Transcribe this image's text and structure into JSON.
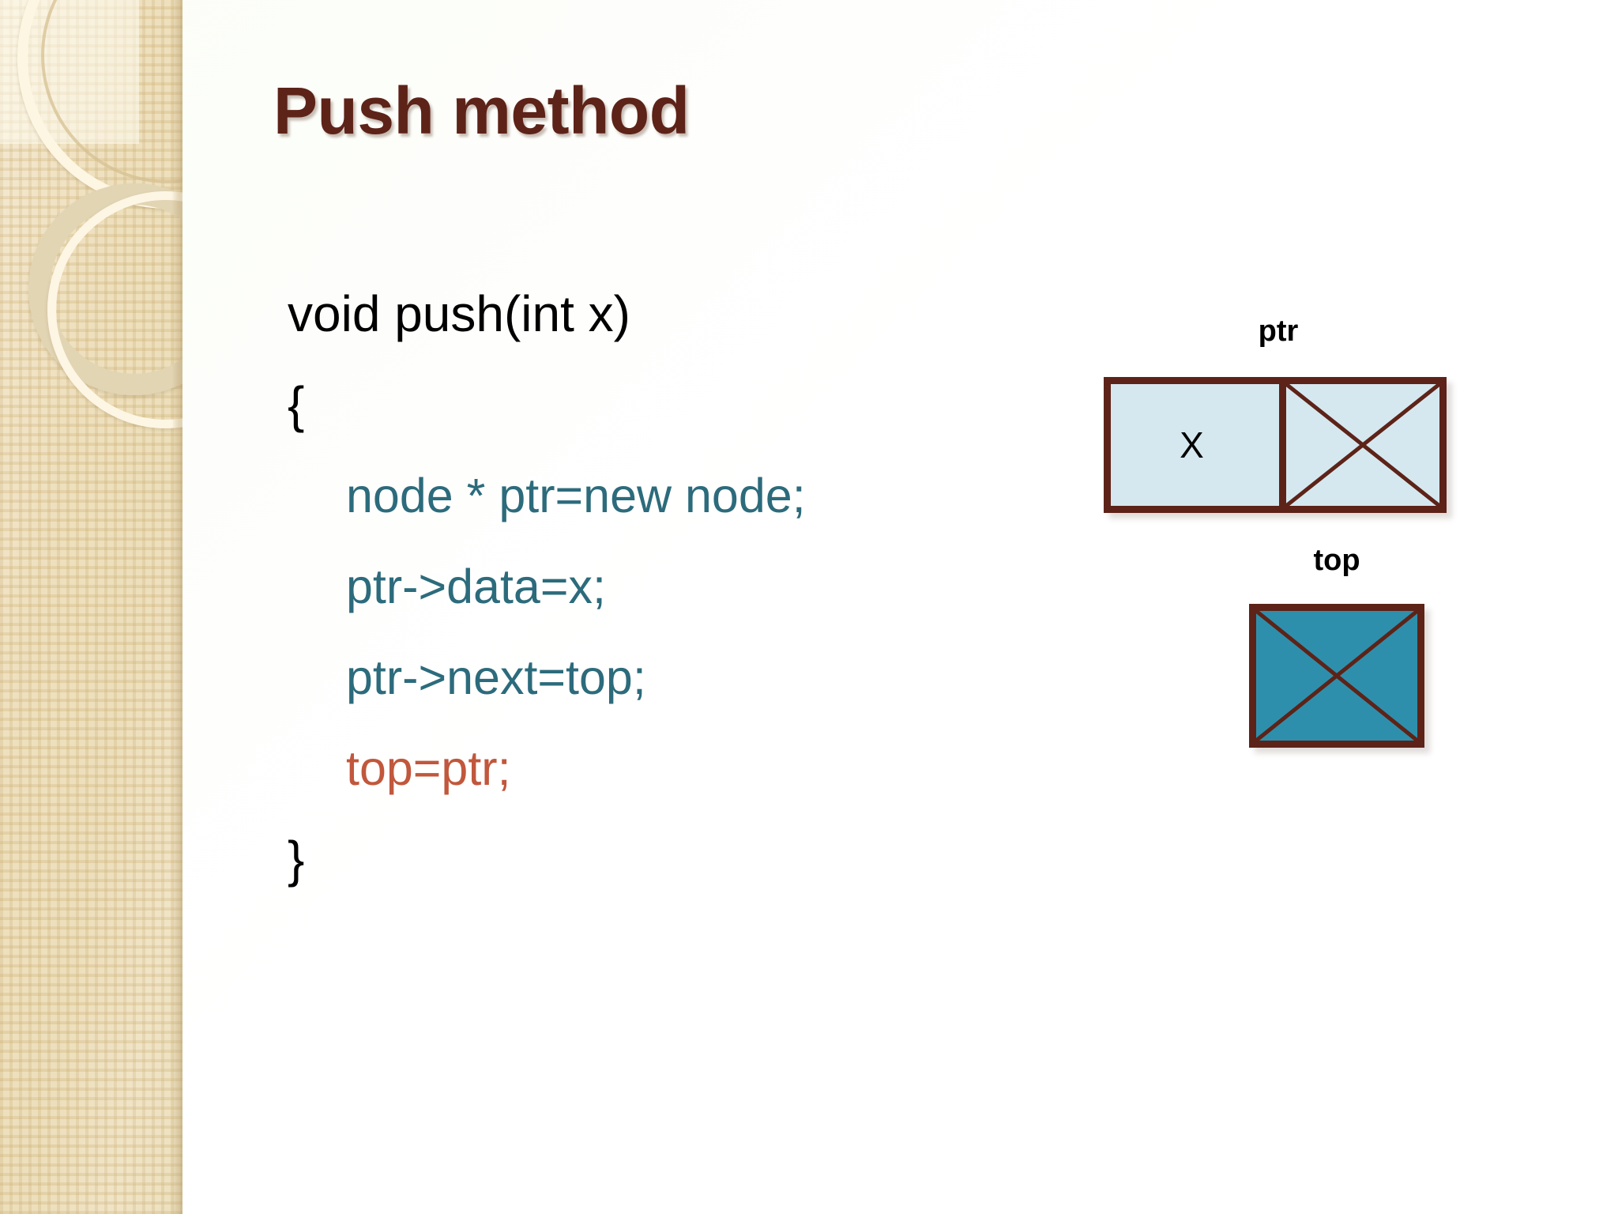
{
  "slide": {
    "title": "Push method",
    "title_color": "#5d2318",
    "background_color": "#ffffff",
    "sidebar_color": "#eee0bd"
  },
  "code": {
    "lines": [
      {
        "text": "void push(int x)",
        "color": "#000000",
        "indent": false
      },
      {
        "text": "{",
        "color": "#000000",
        "indent": false
      },
      {
        "text": "node * ptr=new node;",
        "color": "#2c6b7c",
        "indent": true
      },
      {
        "text": "ptr->data=x;",
        "color": "#2c6b7c",
        "indent": true
      },
      {
        "text": "ptr->next=top;",
        "color": "#2c6b7c",
        "indent": true
      },
      {
        "text": "top=ptr;",
        "color": "#c1573c",
        "indent": true
      },
      {
        "text": "}",
        "color": "#000000",
        "indent": false
      }
    ],
    "line_0": "void push(int x)",
    "line_1": "{",
    "line_2": "node * ptr=new node;",
    "line_3": "ptr->data=x;",
    "line_4": "ptr->next=top;",
    "line_5": "top=ptr;",
    "line_6": "}"
  },
  "diagram": {
    "ptr_node": {
      "label": "ptr",
      "data_value": "X",
      "data_cell_fill": "#d5e8f0",
      "next_cell_fill": "#d5e8f0",
      "next_cell_mark": "cross-icon",
      "border_color": "#5d2318"
    },
    "top_node": {
      "label": "top",
      "fill": "#2e8fac",
      "mark": "cross-icon",
      "border_color": "#5d2318"
    }
  }
}
